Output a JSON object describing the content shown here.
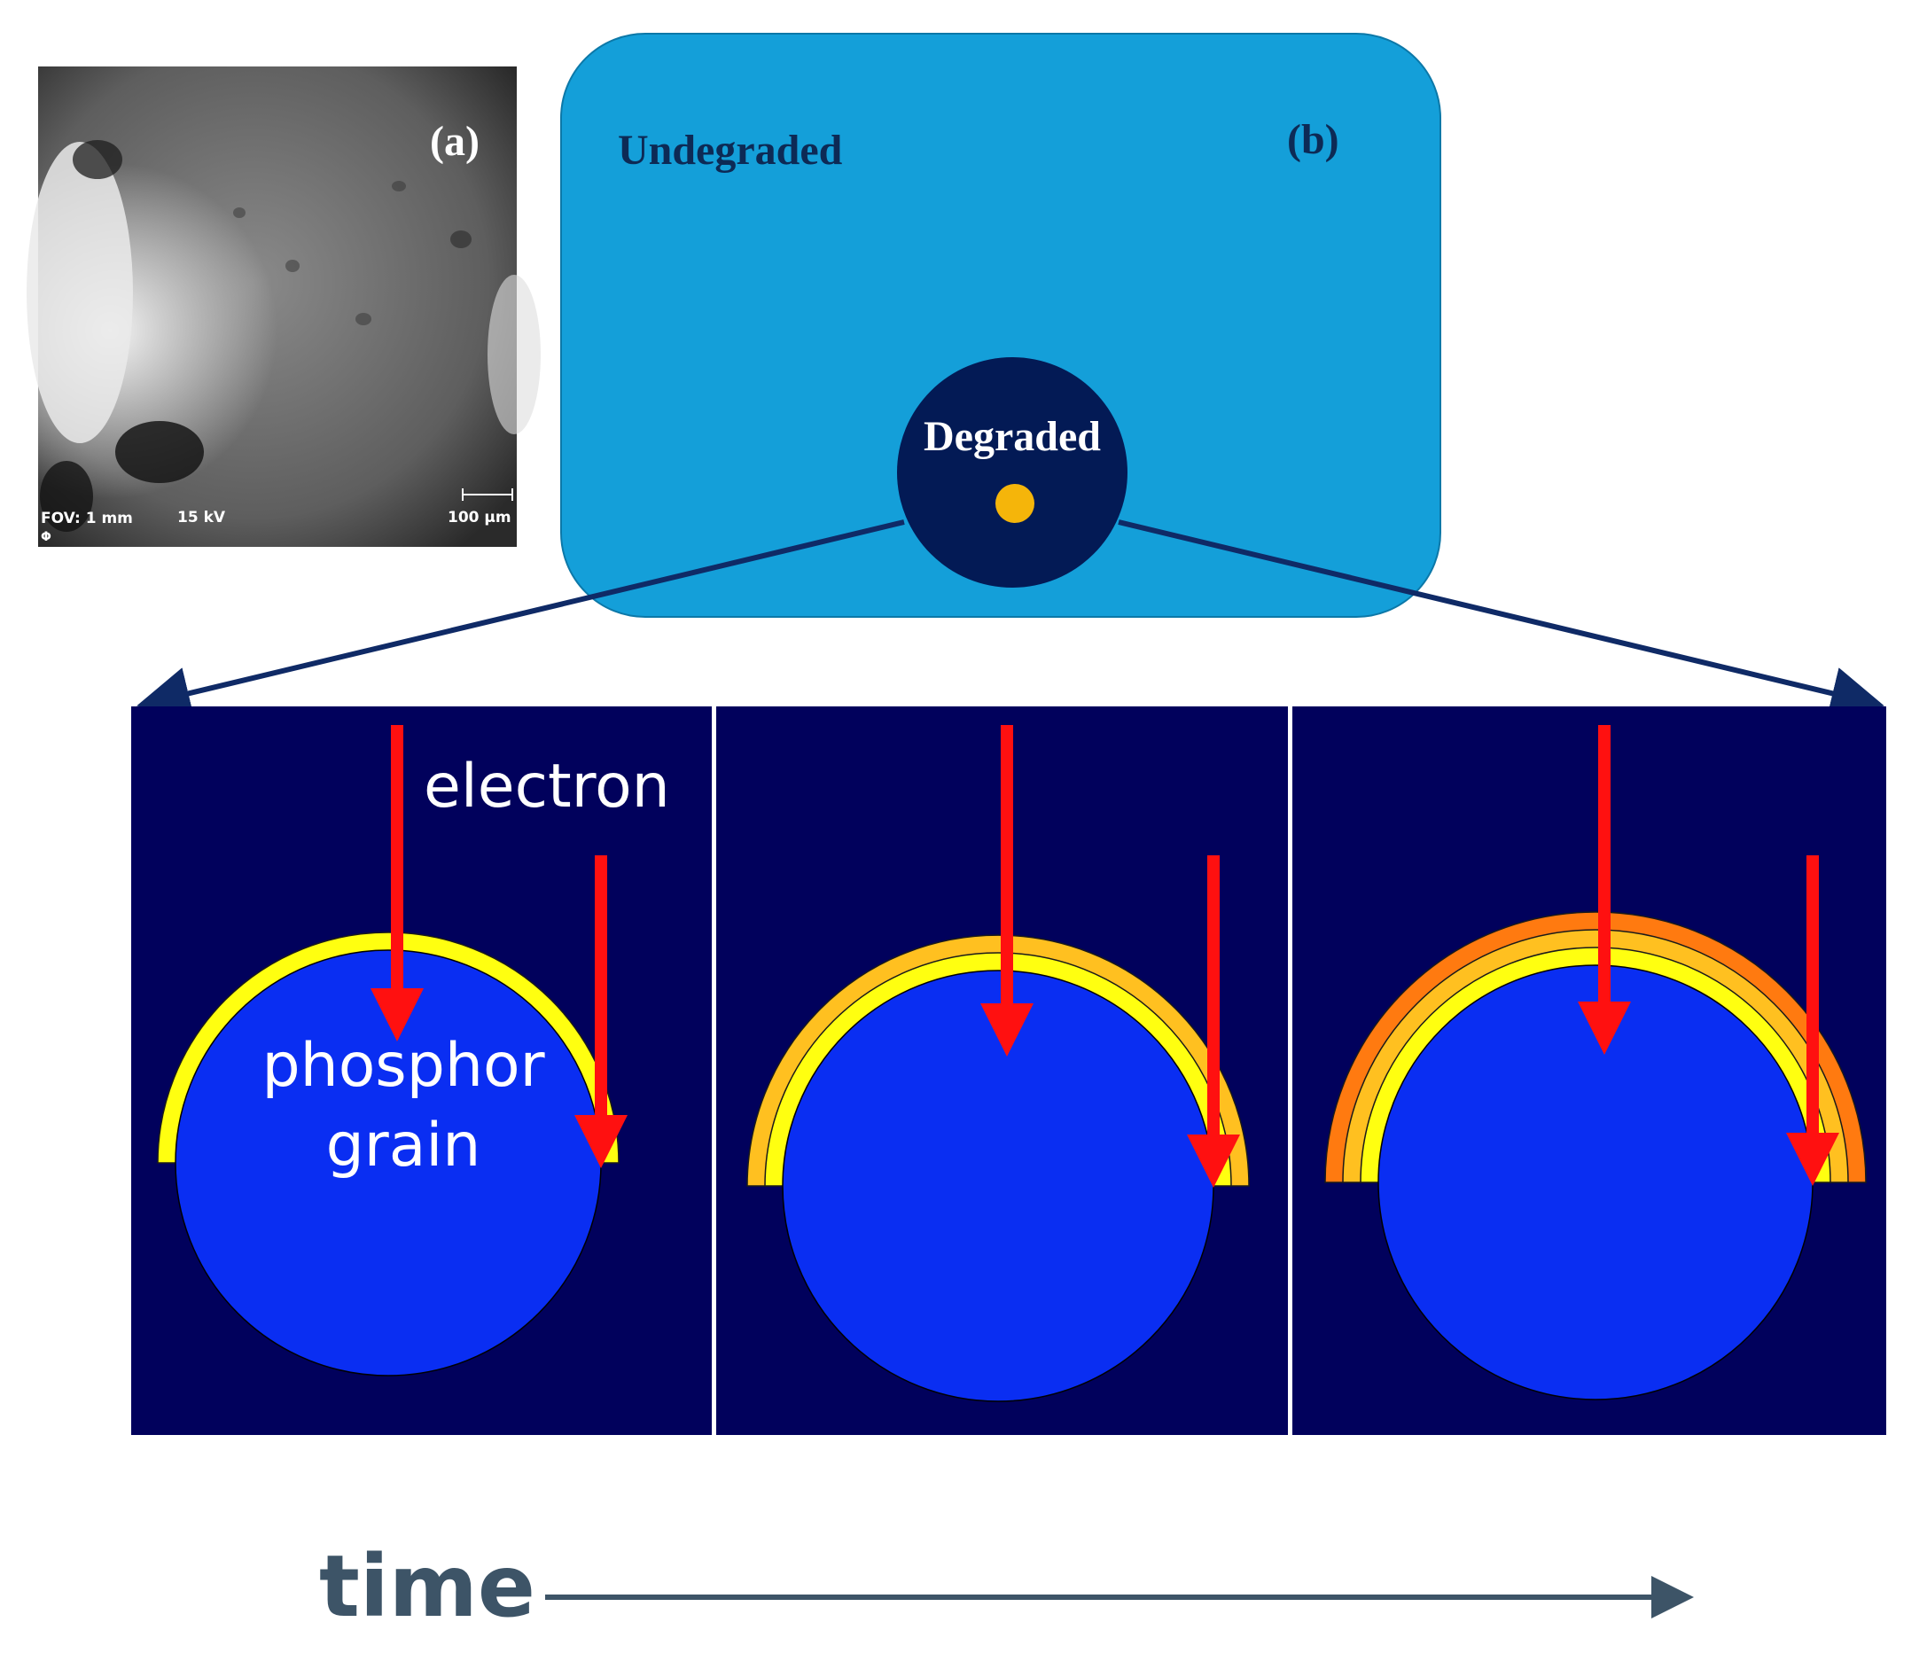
{
  "sem_panel": {
    "label": "(a)",
    "fov": "FOV: 1 mm",
    "voltage": "15 kV",
    "scale": "100 μm",
    "corner_mark": "Φ"
  },
  "schematic": {
    "label": "(b)",
    "undegraded": "Undegraded",
    "degraded": "Degraded",
    "colors": {
      "film": "#149fd9",
      "degraded_region": "#031a55",
      "spot": "#f5b50a"
    }
  },
  "stages": {
    "electron_label": "electron",
    "grain_label_line1": "phosphor",
    "grain_label_line2": "grain",
    "layer_counts": [
      1,
      2,
      3
    ],
    "colors": {
      "background": "#01015c",
      "grain": "#0a2ef2",
      "arrow": "#ff1010",
      "layer_inner": "#ffff10",
      "layer_middle": "#ffc020",
      "layer_outer": "#ff7a10"
    }
  },
  "time_axis": {
    "label": "time",
    "color": "#3d5467"
  }
}
